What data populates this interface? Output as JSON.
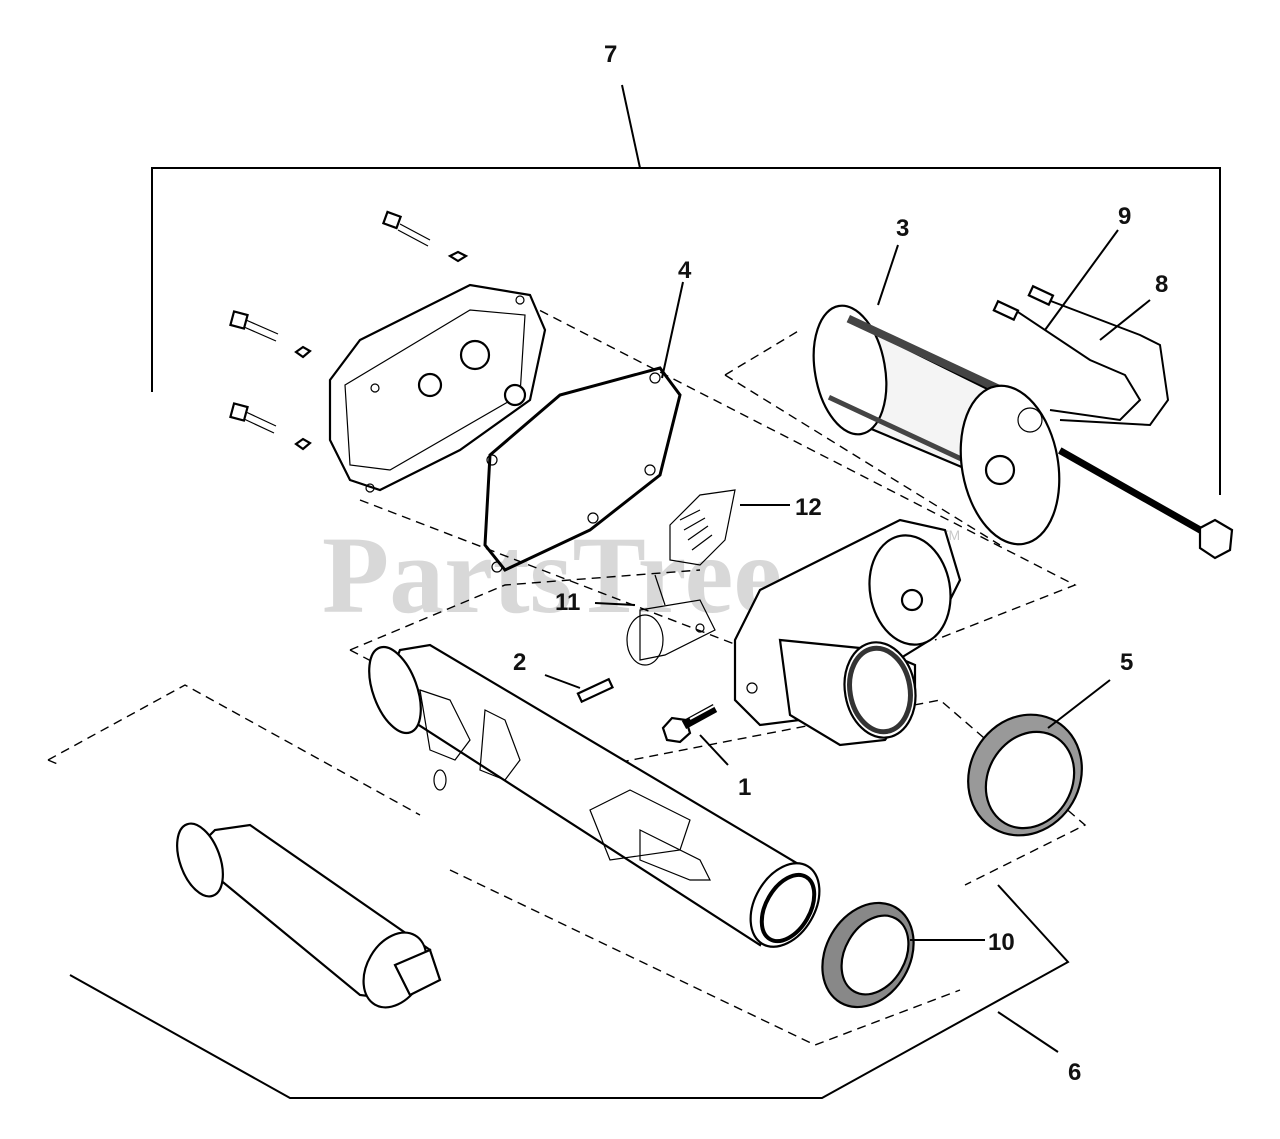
{
  "watermark": {
    "text": "PartsTree",
    "trademark": "TM"
  },
  "callouts": [
    {
      "id": "7",
      "label": "7"
    },
    {
      "id": "3",
      "label": "3"
    },
    {
      "id": "9",
      "label": "9"
    },
    {
      "id": "4",
      "label": "4"
    },
    {
      "id": "8",
      "label": "8"
    },
    {
      "id": "12",
      "label": "12"
    },
    {
      "id": "11",
      "label": "11"
    },
    {
      "id": "2",
      "label": "2"
    },
    {
      "id": "5",
      "label": "5"
    },
    {
      "id": "1",
      "label": "1"
    },
    {
      "id": "10",
      "label": "10"
    },
    {
      "id": "6",
      "label": "6"
    }
  ]
}
